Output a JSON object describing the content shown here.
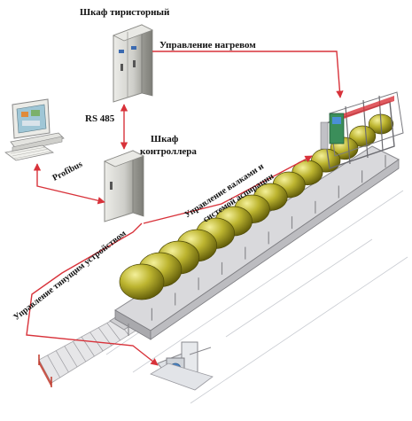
{
  "labels": {
    "thyristor_cabinet": "Шкаф тиристорный",
    "heating_control": "Управление  нагревом",
    "rs485": "RS 485",
    "controller_cabinet_line1": "Шкаф",
    "controller_cabinet_line2": "контроллера",
    "profibus": "Profibus",
    "shafts_aspiration_line1": "Управление валками и",
    "shafts_aspiration_line2": "системой аспирации",
    "pulling_device": "Управление тянущим устройством"
  },
  "colors": {
    "link_line": "#d8323a",
    "pipe_body": "#7f7a12",
    "pipe_highlight": "#f2ee8a",
    "cabinet": "#d6d6d0",
    "frame": "#8a8a8a"
  }
}
